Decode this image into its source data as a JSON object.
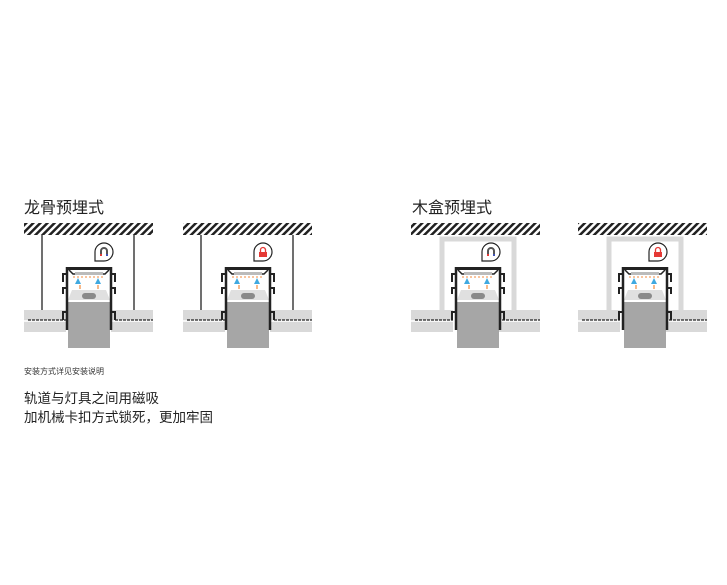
{
  "sections": [
    {
      "title": "龙骨预埋式",
      "variants": [
        {
          "icon": "magnet-icon"
        },
        {
          "icon": "lock-icon"
        }
      ]
    },
    {
      "title": "木盒预埋式",
      "variants": [
        {
          "icon": "magnet-icon"
        },
        {
          "icon": "lock-icon"
        }
      ]
    }
  ],
  "note": "安装方式详见安装说明",
  "description": [
    "轨道与灯具之间用磁吸",
    "加机械卡扣方式锁死，更加牢固"
  ],
  "colors": {
    "hatch": "#222222",
    "wall": "#d9d9d9",
    "lamp": "#a6a6a6",
    "blue": "#3fa9e0",
    "orange": "#f08a3c",
    "lock": "#e53935"
  }
}
